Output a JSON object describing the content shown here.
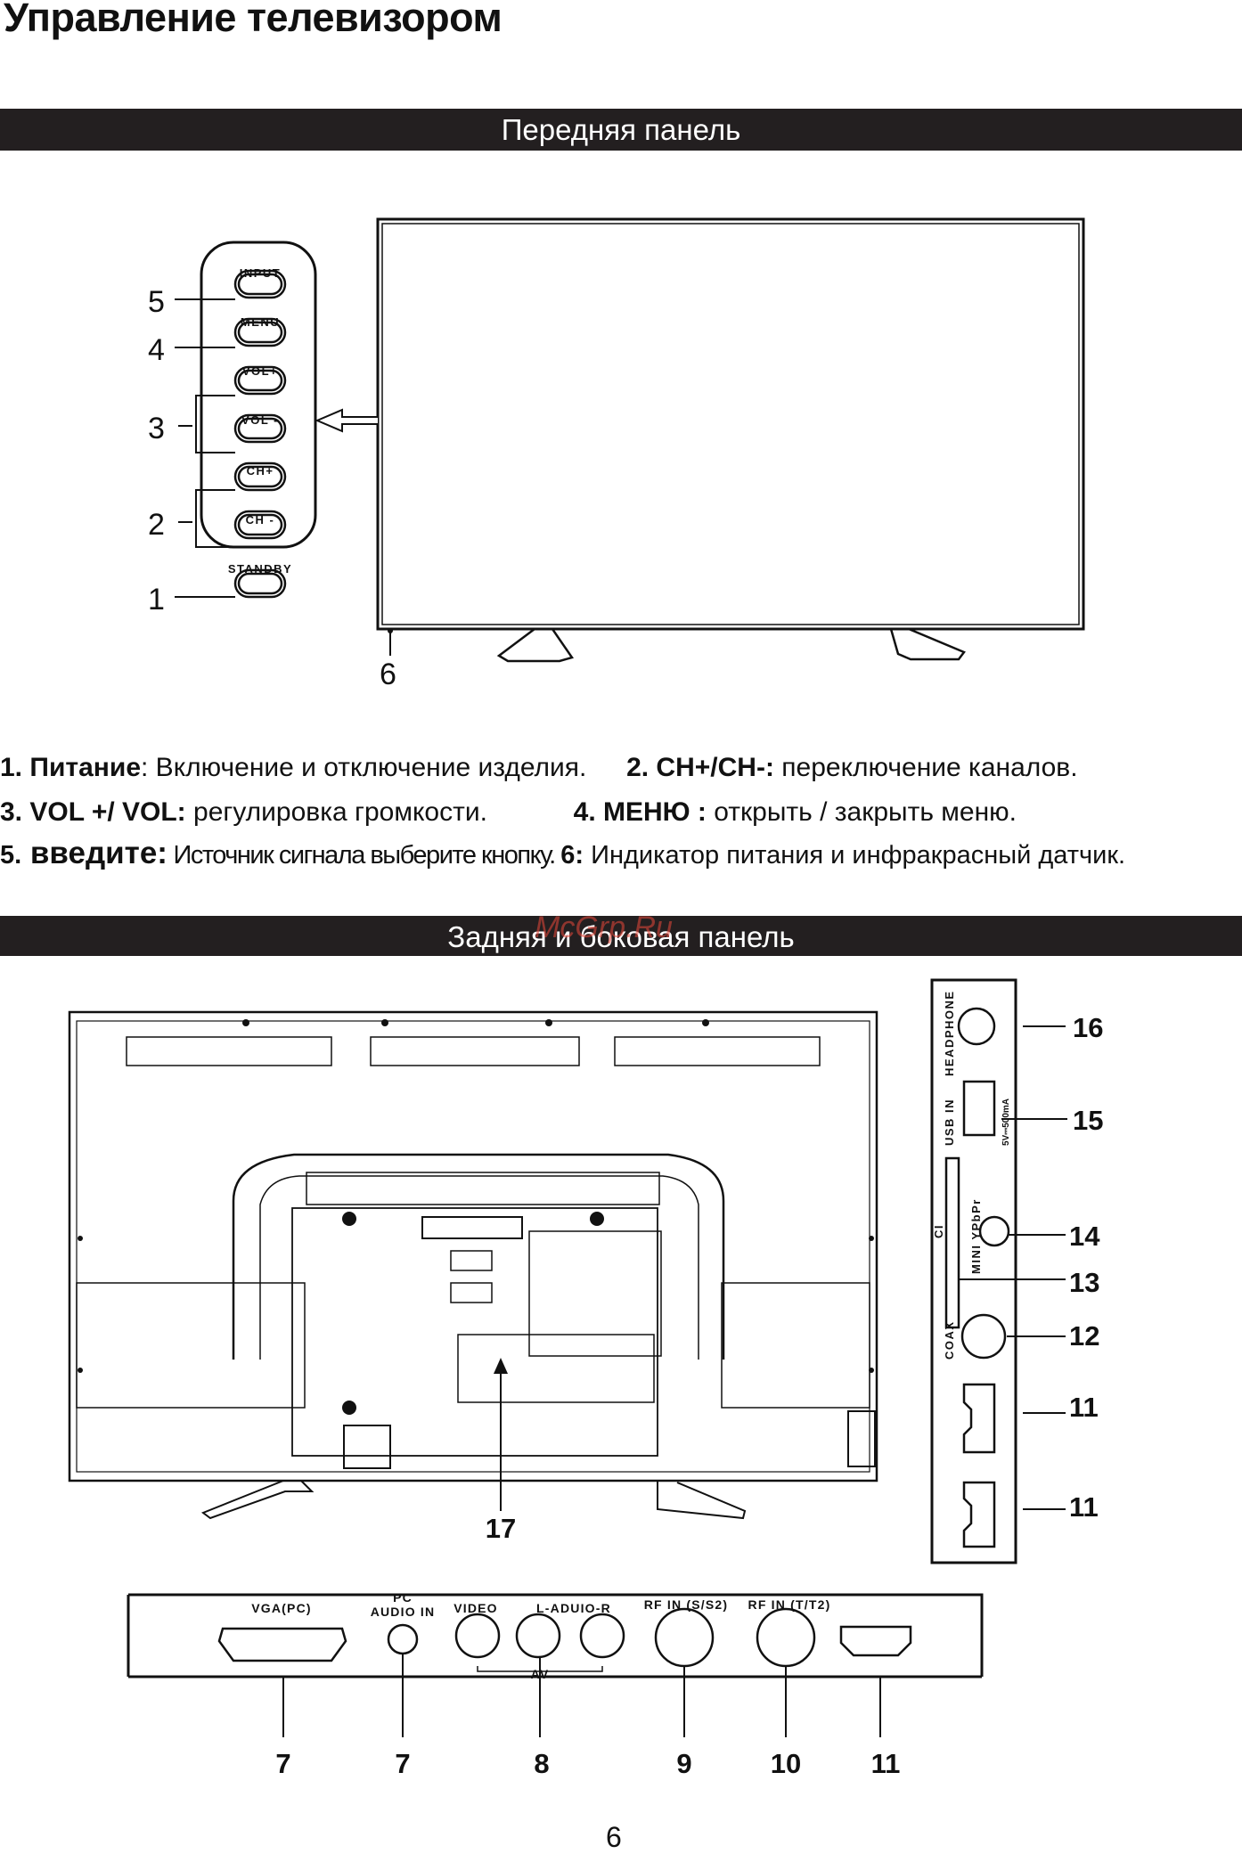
{
  "page_title": "Управление телевизором",
  "sections": {
    "front_header": "Передняя панель",
    "rear_header": "Задняя и боковая панель"
  },
  "front_panel": {
    "button_labels": [
      "INPUT",
      "MENU",
      "VOL+",
      "VOL -",
      "CH+",
      "CH -",
      "STANDBY"
    ],
    "callouts": [
      "5",
      "4",
      "3",
      "2",
      "1",
      "6"
    ]
  },
  "descriptions": {
    "line1": {
      "n1": "1.",
      "k1": "Питание",
      "t1": ": Включение и отключение изделия.",
      "k2": "2. CH+/CH-:",
      "t2": " переключение каналов."
    },
    "line2": {
      "k1": "3. VOL +/ VOL:",
      "t1": " регулировка громкости.",
      "k2": "4. МЕНЮ :",
      "t2": " открыть / закрыть меню."
    },
    "line3": {
      "k1": "5.",
      "big": " введите:",
      "t1": " Источник сигнала выберите кнопку. ",
      "k2": "6:",
      "t2": " Индикатор питания и инфракрасный датчик."
    }
  },
  "side_panel": {
    "labels": [
      "HEADPHONE",
      "USB IN",
      "5V⎓500mA",
      "CI",
      "MINI YPbPr",
      "COAX"
    ],
    "callouts": [
      "16",
      "15",
      "14",
      "13",
      "12",
      "11",
      "11"
    ]
  },
  "rear_callout": "17",
  "bottom_panel": {
    "labels": [
      "VGA(PC)",
      "PC",
      "AUDIO IN",
      "VIDEO",
      "L-ADUIO-R",
      "RF IN (S/S2)",
      "RF IN (T/T2)",
      "AV"
    ],
    "callouts": [
      "7",
      "7",
      "8",
      "9",
      "10",
      "11"
    ]
  },
  "watermark": "McGrp.Ru",
  "page_number": "6"
}
